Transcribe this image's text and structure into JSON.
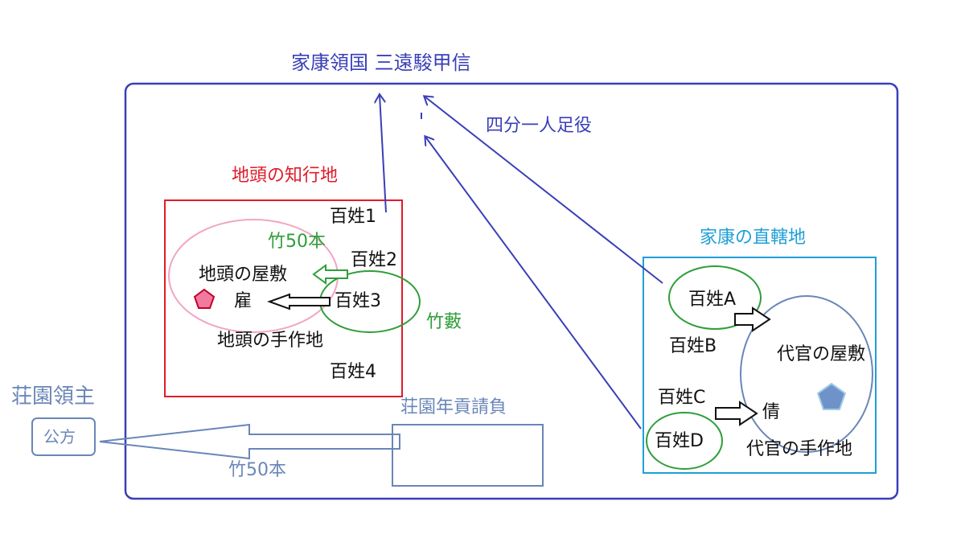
{
  "labels": {
    "ieyasu_domain": "家康領国 三遠駿甲信",
    "quarter_levy": "四分一人足役",
    "jito_fief": "地頭の知行地",
    "farmer_1": "百姓1",
    "farmer_2": "百姓2",
    "farmer_3": "百姓3",
    "farmer_4": "百姓4",
    "bamboo_50_green": "竹50本",
    "jito_mansion": "地頭の屋敷",
    "hired": "雇",
    "bamboo_grove": "竹藪",
    "jito_demesne": "地頭の手作地",
    "shoen_lord": "荘園領主",
    "kugata": "公方",
    "shoen_contract": "荘園年貢請負",
    "bamboo_50_steel": "竹50本",
    "ieyasu_direct": "家康の直轄地",
    "farmer_a": "百姓A",
    "farmer_b": "百姓B",
    "farmer_c": "百姓C",
    "farmer_d": "百姓D",
    "daikan_mansion": "代官の屋敷",
    "paid_labor": "倩",
    "daikan_demesne": "代官の手作地"
  },
  "colors": {
    "domain_border": "#3a3fb8",
    "jito_border": "#e01b2a",
    "direct_border": "#1e9fd8",
    "farmer_circle": "#2e9e3a",
    "pink_ellipse": "#f2a6c2",
    "steel": "#6a86b8",
    "pentagon_red": "#f27aa0",
    "pentagon_blue": "#6f93c8"
  }
}
